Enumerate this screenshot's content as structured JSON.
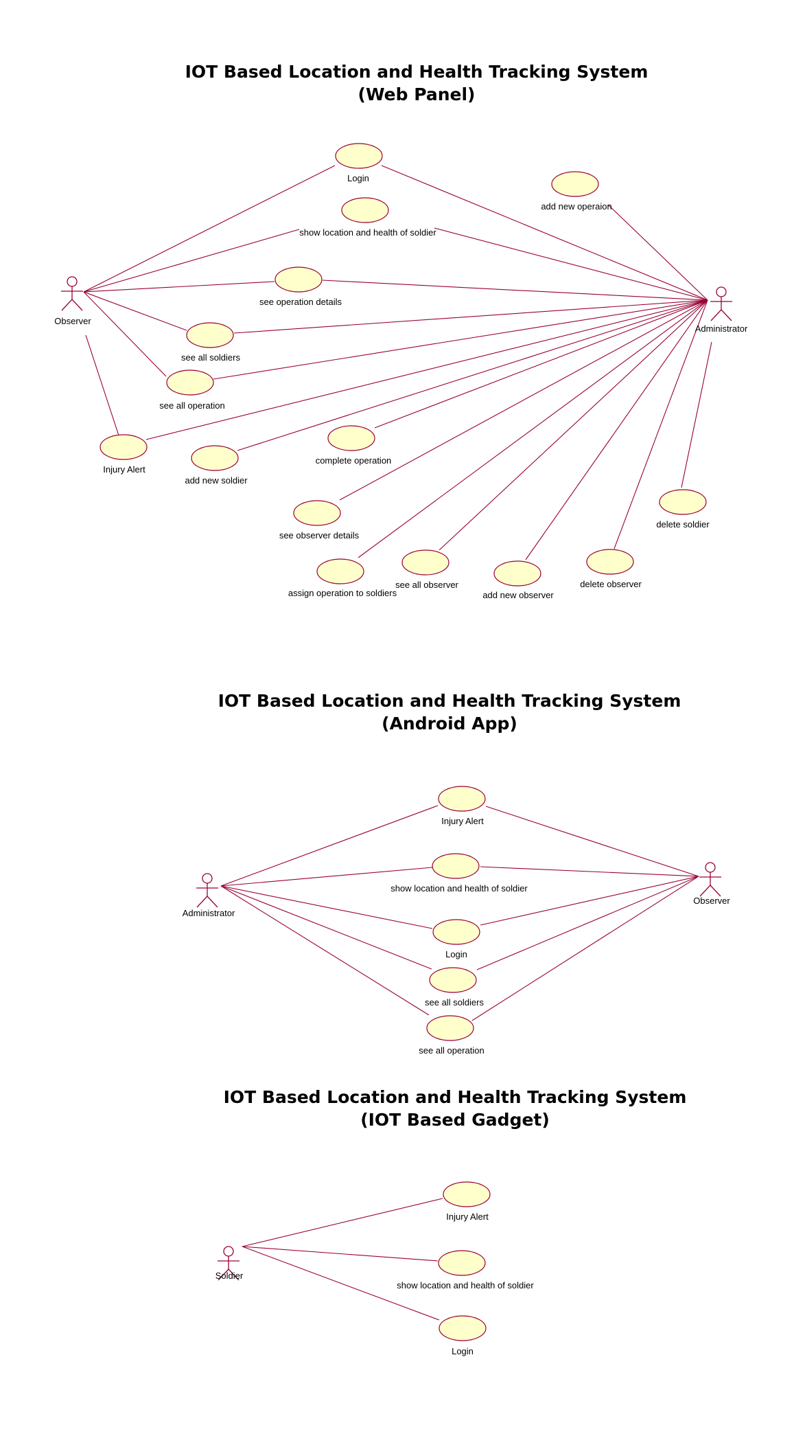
{
  "diagrams": [
    {
      "id": "web",
      "title_line1": "IOT Based Location and Health Tracking System",
      "title_line2": "(Web Panel)",
      "actors": [
        {
          "id": "observer",
          "label": "Observer"
        },
        {
          "id": "admin",
          "label": "Administrator"
        }
      ],
      "use_cases": [
        {
          "id": "login",
          "label": "Login"
        },
        {
          "id": "add_operation",
          "label": "add new operaion"
        },
        {
          "id": "show_loc",
          "label": "show location and health of soldier"
        },
        {
          "id": "op_details",
          "label": "see operation details"
        },
        {
          "id": "all_soldiers",
          "label": "see all soldiers"
        },
        {
          "id": "all_operation",
          "label": "see all operation"
        },
        {
          "id": "injury",
          "label": "Injury Alert"
        },
        {
          "id": "add_soldier",
          "label": "add new soldier"
        },
        {
          "id": "complete_op",
          "label": "complete operation"
        },
        {
          "id": "obs_details",
          "label": "see observer details"
        },
        {
          "id": "assign_op",
          "label": "assign operation to soldiers"
        },
        {
          "id": "all_observer",
          "label": "see all observer"
        },
        {
          "id": "add_observer",
          "label": "add new observer"
        },
        {
          "id": "del_observer",
          "label": "delete observer"
        },
        {
          "id": "del_soldier",
          "label": "delete soldier"
        }
      ]
    },
    {
      "id": "android",
      "title_line1": "IOT Based Location and Health Tracking System",
      "title_line2": "(Android App)",
      "actors": [
        {
          "id": "admin",
          "label": "Administrator"
        },
        {
          "id": "observer",
          "label": "Observer"
        }
      ],
      "use_cases": [
        {
          "id": "injury",
          "label": "Injury Alert"
        },
        {
          "id": "show_loc",
          "label": "show location and health of soldier"
        },
        {
          "id": "login",
          "label": "Login"
        },
        {
          "id": "all_soldiers",
          "label": "see all soldiers"
        },
        {
          "id": "all_operation",
          "label": "see all operation"
        }
      ]
    },
    {
      "id": "gadget",
      "title_line1": "IOT Based Location and Health Tracking System",
      "title_line2": "(IOT Based Gadget)",
      "actors": [
        {
          "id": "soldier",
          "label": "Soldier"
        }
      ],
      "use_cases": [
        {
          "id": "injury",
          "label": "Injury Alert"
        },
        {
          "id": "show_loc",
          "label": "show location and health of soldier"
        },
        {
          "id": "login",
          "label": "Login"
        }
      ]
    }
  ]
}
